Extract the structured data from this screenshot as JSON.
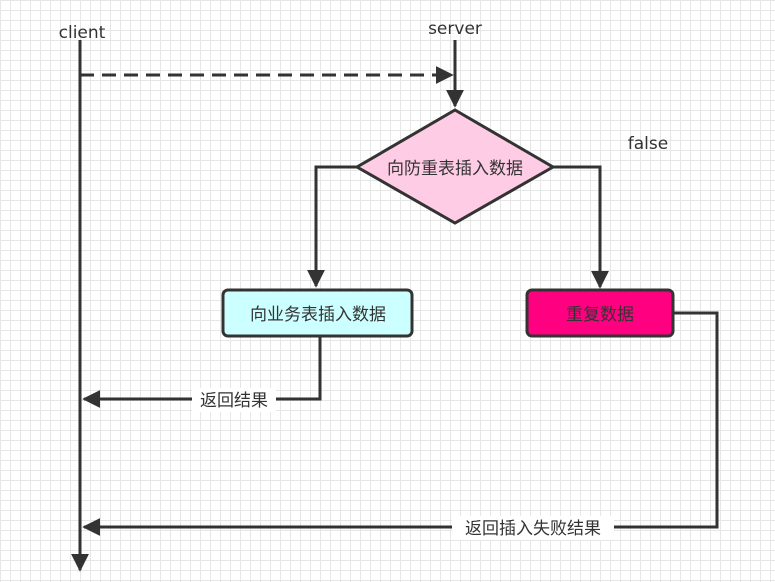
{
  "labels": {
    "client": "client",
    "server": "server",
    "false_label": "false",
    "return_result": "返回结果",
    "return_insert_fail": "返回插入失败结果"
  },
  "nodes": {
    "decision": "向防重表插入数据",
    "business_insert": "向业务表插入数据",
    "duplicate": "重复数据"
  },
  "colors": {
    "line": "#333333",
    "decision_fill": "#ffcce6",
    "business_fill": "#ccffff",
    "duplicate_fill": "#ff0080",
    "grid": "#e6e6e6"
  }
}
